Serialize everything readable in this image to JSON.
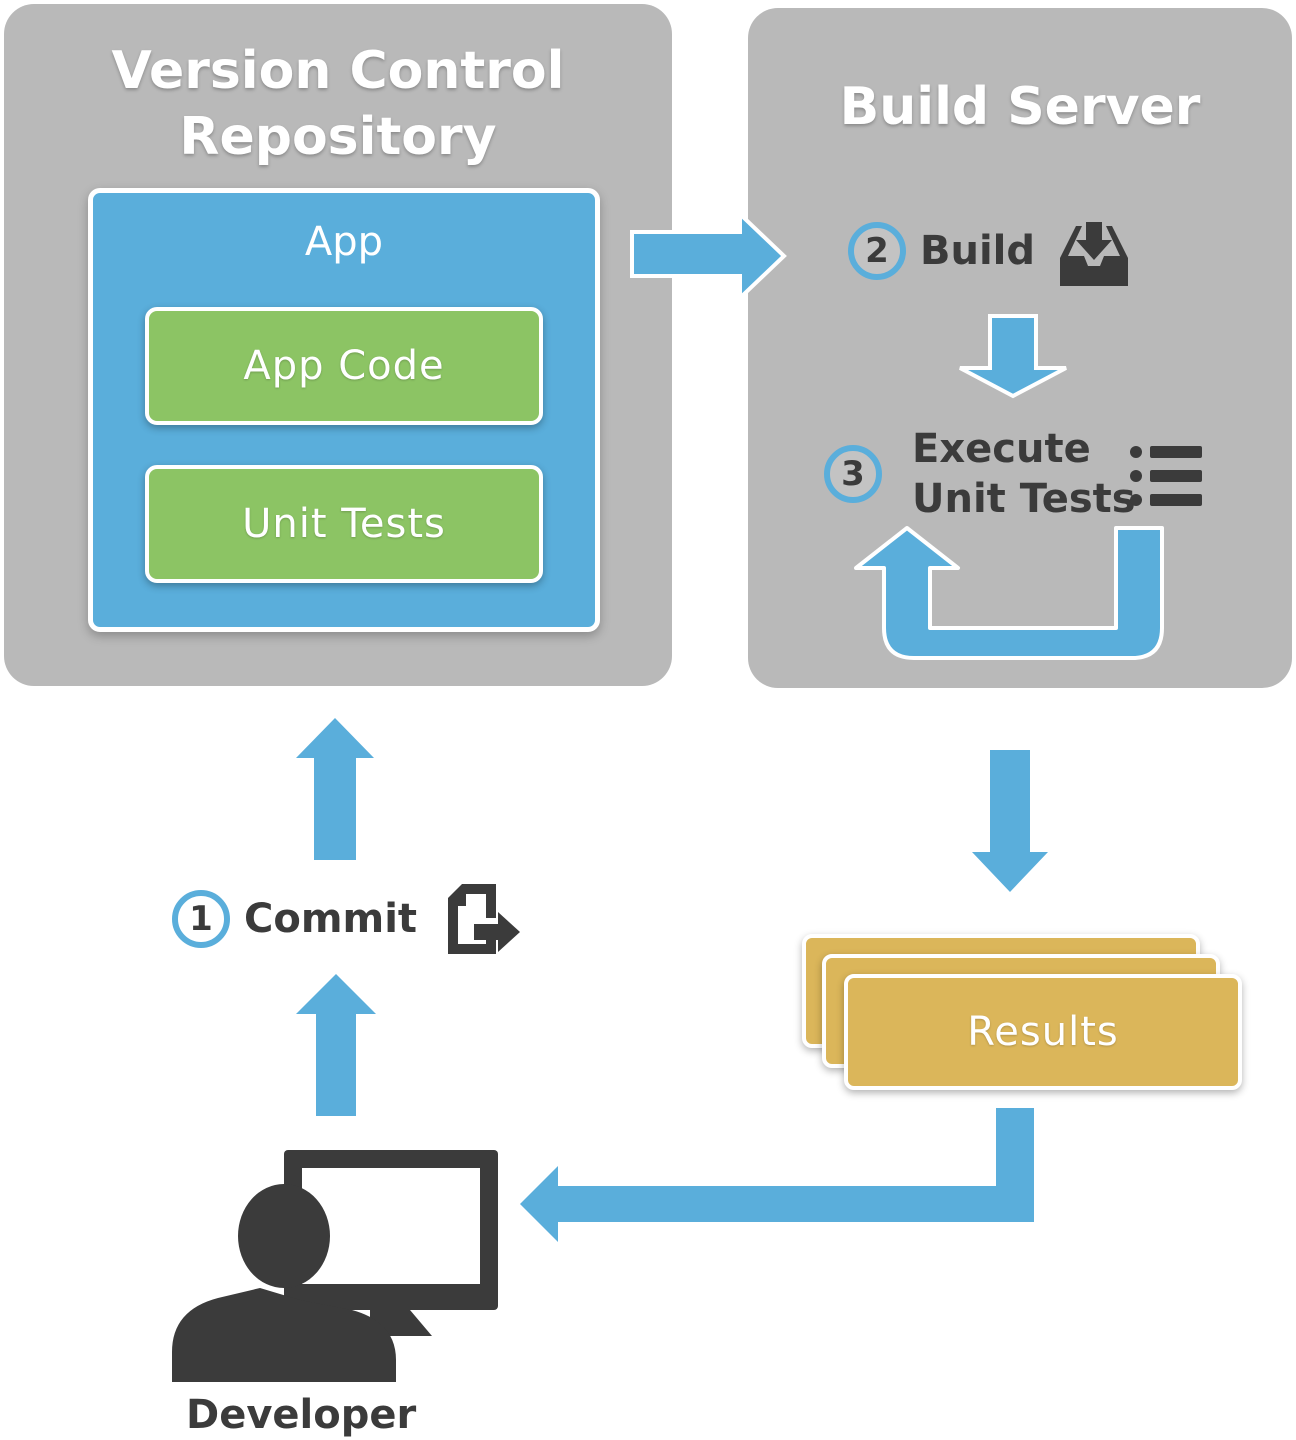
{
  "repository": {
    "title_line1": "Version Control",
    "title_line2": "Repository",
    "app_label": "App",
    "items": [
      "App Code",
      "Unit Tests"
    ]
  },
  "build_server": {
    "title": "Build Server",
    "steps": [
      {
        "number": "2",
        "label": "Build",
        "icon": "inbox-download-icon"
      },
      {
        "number": "3",
        "label_line1": "Execute",
        "label_line2": "Unit Tests",
        "icon": "list-icon"
      }
    ]
  },
  "commit": {
    "number": "1",
    "label": "Commit",
    "icon": "file-export-icon"
  },
  "results": {
    "label": "Results"
  },
  "developer": {
    "label": "Developer",
    "icon": "developer-at-monitor-icon"
  },
  "colors": {
    "panel": "#b9b9b9",
    "app_box": "#5aaedb",
    "arrow": "#5aaedb",
    "item_green": "#8cc464",
    "results_gold": "#dbb65a",
    "dark_text": "#3b3b3b"
  }
}
